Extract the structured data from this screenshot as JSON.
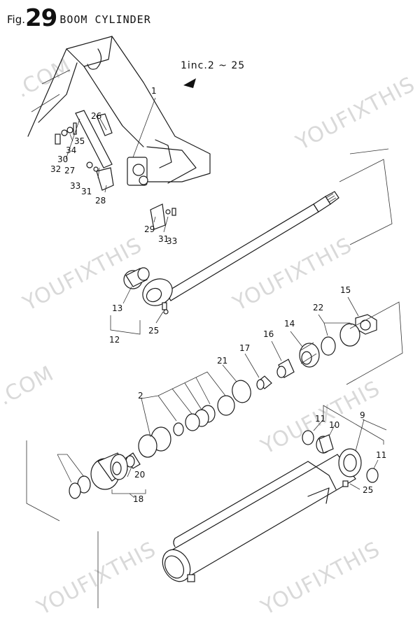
{
  "header": {
    "fig_prefix": "Fig.",
    "fig_number": "29",
    "title": "BOOM CYLINDER"
  },
  "note": "1inc.2 ~ 25",
  "watermark": {
    "text": "YOUFIXTHIS",
    "text_short": ".COM"
  },
  "parts": [
    "1",
    "2",
    "9",
    "10",
    "11",
    "12",
    "13",
    "14",
    "15",
    "16",
    "17",
    "18",
    "20",
    "21",
    "22",
    "25",
    "26",
    "27",
    "28",
    "29",
    "30",
    "31",
    "32",
    "33",
    "34",
    "35"
  ]
}
